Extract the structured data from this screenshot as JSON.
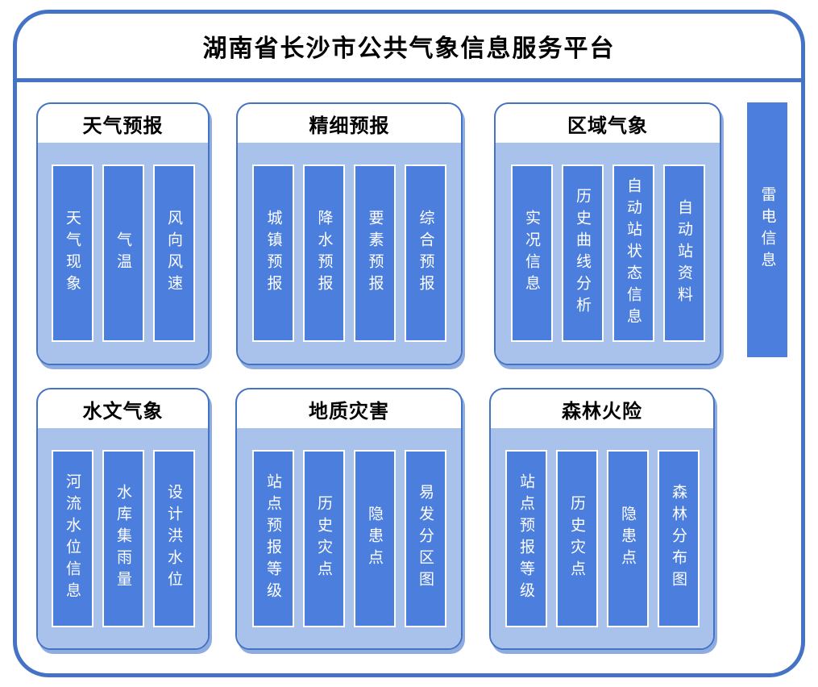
{
  "title": "湖南省长沙市公共气象信息服务平台",
  "palette": {
    "accent": "#4472C4",
    "panel-border": "#4472C4",
    "panel-body": "#A9C2EB",
    "bar-fill": "#4C7EDD",
    "bar-border": "#FFFFFF",
    "shadow": "#8FACE0"
  },
  "panels": [
    {
      "title": "天气预报",
      "items": [
        "天气现象",
        "气温",
        "风向风速"
      ]
    },
    {
      "title": "精细预报",
      "items": [
        "城镇预报",
        "降水预报",
        "要素预报",
        "综合预报"
      ]
    },
    {
      "title": "区域气象",
      "items": [
        "实况信息",
        "历史曲线分析",
        "自动站状态信息",
        "自动站资料"
      ]
    },
    {
      "title": "水文气象",
      "items": [
        "河流水位信息",
        "水库集雨量",
        "设计洪水位"
      ]
    },
    {
      "title": "地质灾害",
      "items": [
        "站点预报等级",
        "历史灾点",
        "隐患点",
        "易发分区图"
      ]
    },
    {
      "title": "森林火险",
      "items": [
        "站点预报等级",
        "历史灾点",
        "隐患点",
        "森林分布图"
      ]
    }
  ],
  "side_bar": {
    "label": "雷电信息"
  }
}
